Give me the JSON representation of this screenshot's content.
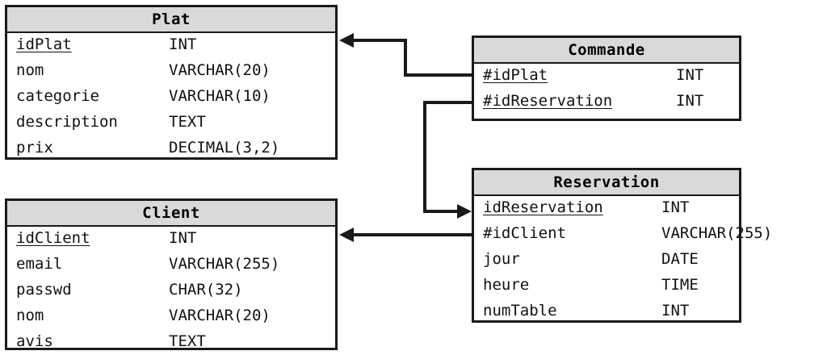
{
  "diagram": {
    "type": "entity-relationship-schema",
    "notation": {
      "primary_key": "underlined",
      "foreign_key_prefix": "#"
    },
    "colors": {
      "header_fill": "#d9d9d9",
      "border": "#1a1a1a",
      "background": "#ffffff",
      "text": "#111111"
    }
  },
  "entities": {
    "plat": {
      "title": "Plat",
      "attributes": [
        {
          "name": "idPlat",
          "type": "INT",
          "pk": true,
          "fk": false
        },
        {
          "name": "nom",
          "type": "VARCHAR(20)",
          "pk": false,
          "fk": false
        },
        {
          "name": "categorie",
          "type": "VARCHAR(10)",
          "pk": false,
          "fk": false
        },
        {
          "name": "description",
          "type": "TEXT",
          "pk": false,
          "fk": false
        },
        {
          "name": "prix",
          "type": "DECIMAL(3,2)",
          "pk": false,
          "fk": false
        }
      ]
    },
    "client": {
      "title": "Client",
      "attributes": [
        {
          "name": "idClient",
          "type": "INT",
          "pk": true,
          "fk": false
        },
        {
          "name": "email",
          "type": "VARCHAR(255)",
          "pk": false,
          "fk": false
        },
        {
          "name": "passwd",
          "type": "CHAR(32)",
          "pk": false,
          "fk": false
        },
        {
          "name": "nom",
          "type": "VARCHAR(20)",
          "pk": false,
          "fk": false
        },
        {
          "name": "avis",
          "type": "TEXT",
          "pk": false,
          "fk": false
        }
      ]
    },
    "commande": {
      "title": "Commande",
      "attributes": [
        {
          "name": "#idPlat",
          "type": "INT",
          "pk": true,
          "fk": true
        },
        {
          "name": "#idReservation",
          "type": "INT",
          "pk": true,
          "fk": true
        }
      ]
    },
    "reservation": {
      "title": "Reservation",
      "attributes": [
        {
          "name": "idReservation",
          "type": "INT",
          "pk": true,
          "fk": false
        },
        {
          "name": "#idClient",
          "type": "VARCHAR(255)",
          "pk": false,
          "fk": true
        },
        {
          "name": "jour",
          "type": "DATE",
          "pk": false,
          "fk": false
        },
        {
          "name": "heure",
          "type": "TIME",
          "pk": false,
          "fk": false
        },
        {
          "name": "numTable",
          "type": "INT",
          "pk": false,
          "fk": false
        }
      ]
    }
  },
  "relationships": [
    {
      "id": "commande-plat",
      "from": "Commande.#idPlat",
      "to": "Plat.idPlat",
      "direction": "to-plat"
    },
    {
      "id": "commande-reservation",
      "from": "Commande.#idReservation",
      "to": "Reservation.idReservation",
      "direction": "to-reservation"
    },
    {
      "id": "reservation-client",
      "from": "Reservation.#idClient",
      "to": "Client.idClient",
      "direction": "to-client"
    }
  ]
}
